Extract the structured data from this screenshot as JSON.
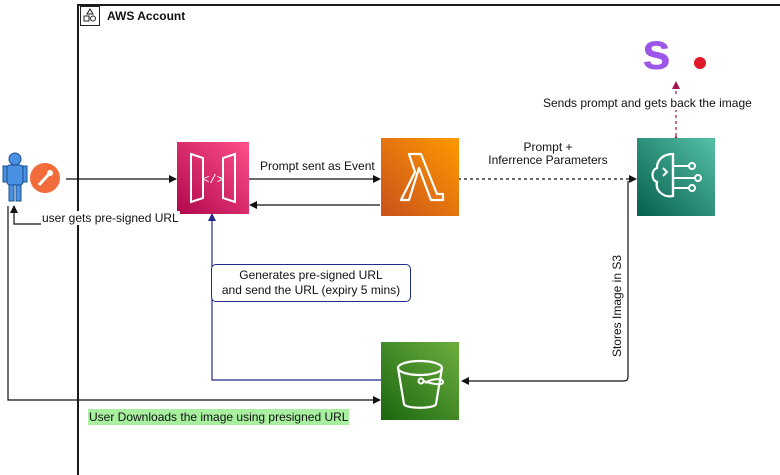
{
  "frame": {
    "title": "AWS Account"
  },
  "labels": {
    "prompt_event": "Prompt sent as Event",
    "user_presigned": "user gets pre-signed URL",
    "prompt_params_1": "Prompt +",
    "prompt_params_2": "Inferrence Parameters",
    "sends_prompt": "Sends prompt and gets back the image",
    "stores_s3": "Stores Image in S3",
    "generates_1": "Generates pre-signed URL",
    "generates_2": "and send the URL (expiry 5 mins)",
    "user_downloads": "User Downloads the image using presigned URL"
  },
  "icons": {
    "frame": "aws-account-group-icon",
    "user": "user-icon",
    "postman": "postman-icon",
    "api_gateway": "api-gateway-icon",
    "lambda": "lambda-icon",
    "bedrock": "bedrock-icon",
    "s3": "s3-bucket-icon",
    "stability": "stability-ai-logo"
  },
  "colors": {
    "api_gateway": "#e7157b",
    "lambda": "#f58534",
    "bedrock": "#1a8a73",
    "s3": "#3f8624",
    "logo_purple": "#9d57e8",
    "logo_red": "#e0192a",
    "dotted_red": "#a0154e",
    "blue_line": "#1f2a8a",
    "highlight": "#a8f0a0"
  }
}
